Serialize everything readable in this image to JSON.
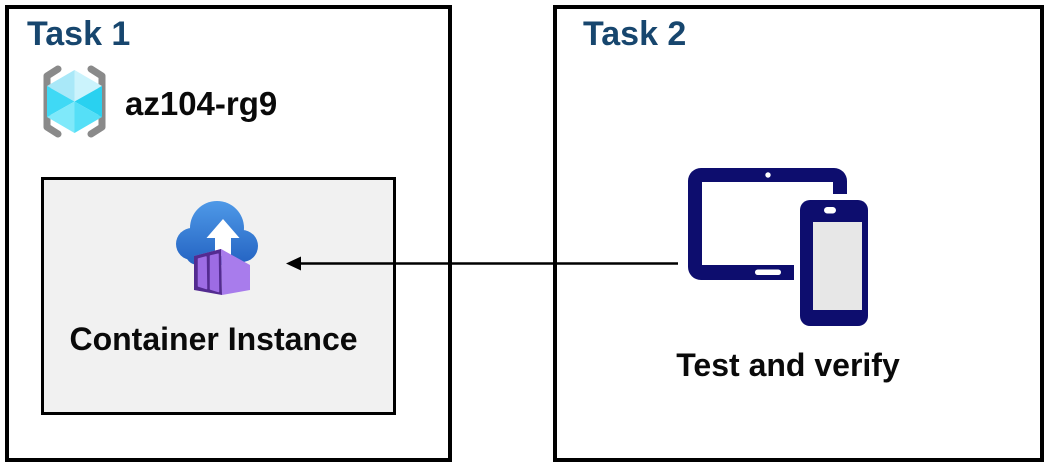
{
  "task1": {
    "title": "Task 1",
    "resource_group": {
      "name": "az104-rg9",
      "icon": "resource-group-icon"
    },
    "container_instance": {
      "label": "Container Instance",
      "icon": "container-instance-icon"
    }
  },
  "task2": {
    "title": "Task 2",
    "caption": "Test and verify",
    "icon": "devices-icon"
  },
  "connector": {
    "type": "arrow",
    "from": "devices-icon",
    "to": "container-instance-box",
    "direction": "right-to-left"
  },
  "colors": {
    "title_navy": "#17466E",
    "box_border": "#000000",
    "container_box_bg": "#F1F1F1",
    "text_black": "#0A0A0A",
    "device_navy": "#0D0D6E",
    "device_screen_gray": "#E7E7E7",
    "cloud_blue_top": "#4F9AE8",
    "cloud_blue_bottom": "#2463C2",
    "container_front_purple": "#532B90",
    "container_side_purple": "#A87CEC",
    "container_panel_purple": "#9D6CE4",
    "container_top_purple": "#B495EE",
    "cube_cyan_light": "#A9E8F8",
    "cube_cyan_lighter": "#CBF3FC",
    "cube_cyan": "#3FD9F5",
    "cube_cyan_dark": "#29D1F0",
    "bracket_gray": "#8A8A8A",
    "arrow_black": "#000000"
  }
}
